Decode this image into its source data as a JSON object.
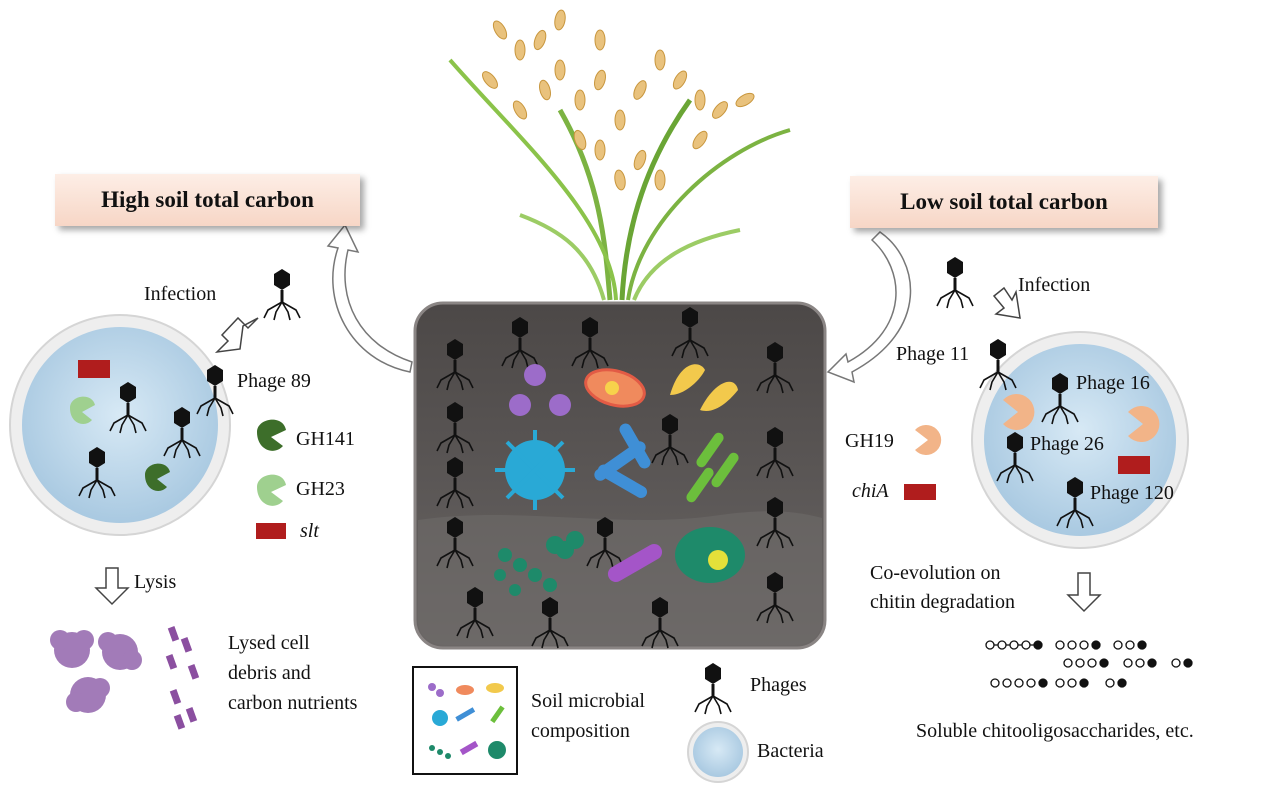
{
  "left": {
    "title": "High soil total carbon",
    "infection": "Infection",
    "phage": "Phage 89",
    "gh141": "GH141",
    "gh23": "GH23",
    "slt": "slt",
    "lysis": "Lysis",
    "debris_lines": [
      "Lysed cell",
      "debris and",
      "carbon nutrients"
    ]
  },
  "right": {
    "title": "Low soil total carbon",
    "infection": "Infection",
    "phage11": "Phage 11",
    "phage16": "Phage 16",
    "phage26": "Phage 26",
    "phage120": "Phage 120",
    "gh19": "GH19",
    "chia": "chiA",
    "coevo_lines": [
      "Co-evolution on",
      "chitin degradation"
    ],
    "product": "Soluble chitooligosaccharides,  etc."
  },
  "legend": {
    "soil_lines": [
      "Soil microbial",
      "composition"
    ],
    "phages": "Phages",
    "bacteria": "Bacteria"
  },
  "colors": {
    "gh141": "#3d6e2a",
    "gh23": "#9fd08f",
    "slt": "#b01d1d",
    "gh19": "#f2b488",
    "header_bg": "#f9dfd1",
    "soil": "#555150",
    "bacteria_cell": "#c3dced"
  }
}
